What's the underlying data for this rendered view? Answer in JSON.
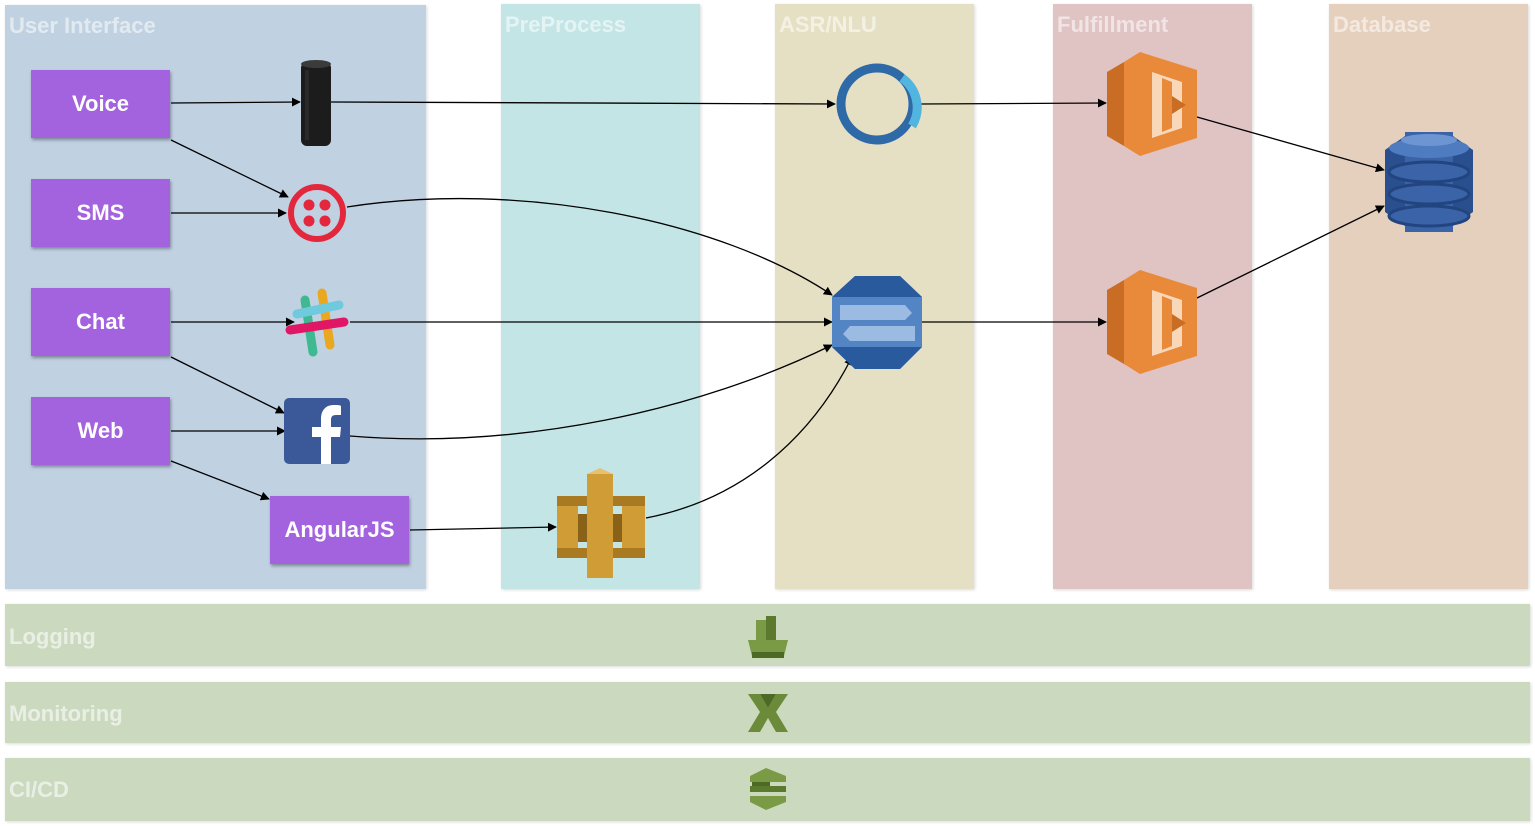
{
  "lanes": {
    "ui": "User Interface",
    "pre": "PreProcess",
    "asr": "ASR/NLU",
    "ful": "Fulfillment",
    "db": "Database"
  },
  "bands": {
    "logging": "Logging",
    "monitoring": "Monitoring",
    "cicd": "CI/CD"
  },
  "sources": {
    "voice": "Voice",
    "sms": "SMS",
    "chat": "Chat",
    "web": "Web",
    "angular": "AngularJS"
  },
  "colors": {
    "ui_lane": "#c0d1e2",
    "pre_lane": "#c4e5e5",
    "asr_lane": "#e5e0c3",
    "ful_lane": "#e0c3c3",
    "db_lane": "#e5d0bd",
    "ops_band": "#cbd9bf",
    "source_box": "#a362de",
    "lambda": "#e9893a",
    "dynamo": "#3b63a8",
    "lex": "#5384c4",
    "api_gateway": "#cf9c35",
    "twilio": "#e3283e",
    "facebook": "#3b5998",
    "ops_icon": "#6b8b3a"
  },
  "icons": [
    "amazon-echo-icon",
    "twilio-icon",
    "slack-icon",
    "facebook-icon",
    "api-gateway-icon",
    "alexa-ring-icon",
    "lex-icon",
    "lambda-icon",
    "dynamodb-icon",
    "cloudwatch-logs-icon",
    "cloudwatch-icon",
    "codepipeline-icon"
  ]
}
